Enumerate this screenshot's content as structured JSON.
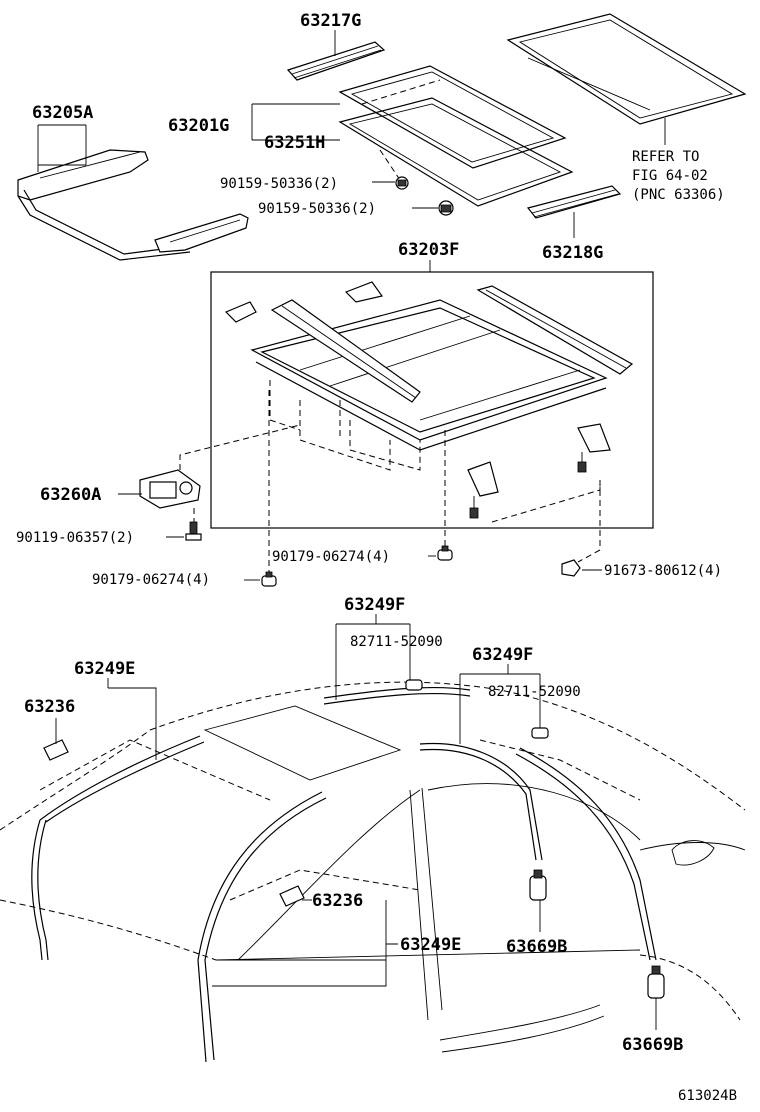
{
  "labels": {
    "p63217G": "63217G",
    "p63205A": "63205A",
    "p63201G": "63201G",
    "p63251H": "63251H",
    "p90159a": "90159-50336(2)",
    "p90159b": "90159-50336(2)",
    "ref1": "REFER TO",
    "ref2": "FIG 64-02",
    "ref3": "(PNC 63306)",
    "p63218G": "63218G",
    "p63203F": "63203F",
    "p63260A": "63260A",
    "p90119": "90119-06357(2)",
    "p90179a": "90179-06274(4)",
    "p90179b": "90179-06274(4)",
    "p91673": "91673-80612(4)",
    "p63249F_a": "63249F",
    "p82711_a": "82711-52090",
    "p63249F_b": "63249F",
    "p82711_b": "82711-52090",
    "p63249E_a": "63249E",
    "p63236_a": "63236",
    "p63236_b": "63236",
    "p63249E_b": "63249E",
    "p63669B_a": "63669B",
    "p63669B_b": "63669B",
    "figno": "613024B"
  }
}
